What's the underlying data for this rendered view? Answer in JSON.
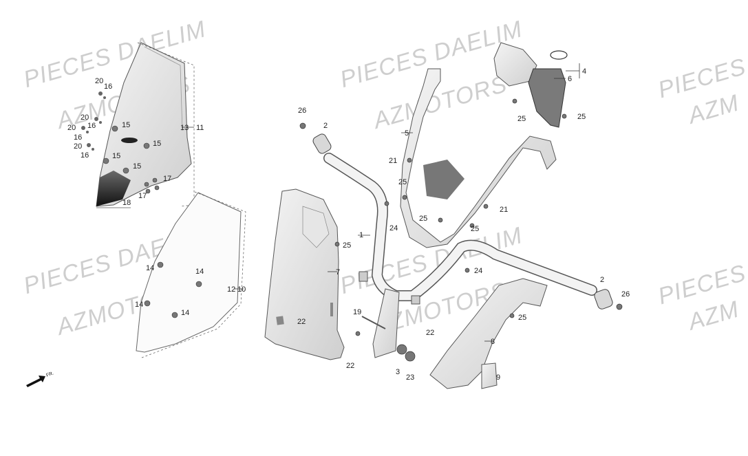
{
  "watermarks": {
    "pieces": "PIECES DAELIM",
    "pieces_short": "PIECES",
    "azm": "AZMOTORS",
    "azm_short": "AZM"
  },
  "labels": {
    "n1": "1",
    "n2": "2",
    "n3": "3",
    "n4": "4",
    "n5": "5",
    "n6": "6",
    "n7": "7",
    "n8": "8",
    "n9": "9",
    "n10": "10",
    "n11": "11",
    "n12": "12",
    "n13": "13",
    "n14": "14",
    "n15": "15",
    "n16": "16",
    "n17": "17",
    "n18": "18",
    "n19": "19",
    "n20": "20",
    "n21": "21",
    "n22": "22",
    "n23": "23",
    "n24": "24",
    "n25": "25",
    "n26": "26"
  },
  "direction": "FR."
}
